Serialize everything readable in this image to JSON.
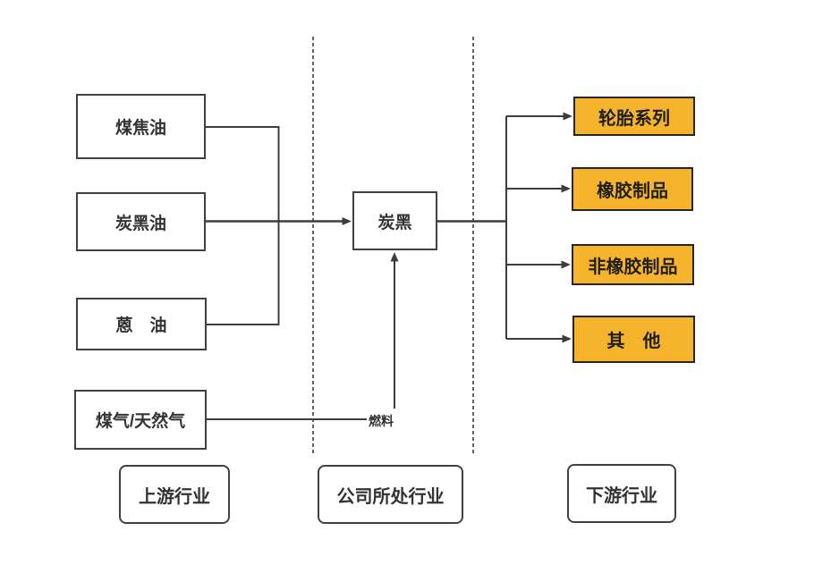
{
  "diagram": {
    "upstream": {
      "stage_label": "上游行业",
      "boxes": [
        {
          "label": "煤焦油"
        },
        {
          "label": "炭黑油"
        },
        {
          "label": "蒽　油"
        },
        {
          "label": "煤气/天然气"
        }
      ]
    },
    "company": {
      "stage_label": "公司所处行业",
      "box_label": "炭黑",
      "fuel_label": "燃料"
    },
    "downstream": {
      "stage_label": "下游行业",
      "boxes": [
        {
          "label": "轮胎系列"
        },
        {
          "label": "橡胶制品"
        },
        {
          "label": "非橡胶制品"
        },
        {
          "label": "其　他"
        }
      ]
    },
    "colors": {
      "downstream_fill": "#F6B42C",
      "connector_line": "#3D3D3D",
      "box_border": "#404040",
      "text": "#333333",
      "background": "#FFFFFF"
    }
  }
}
